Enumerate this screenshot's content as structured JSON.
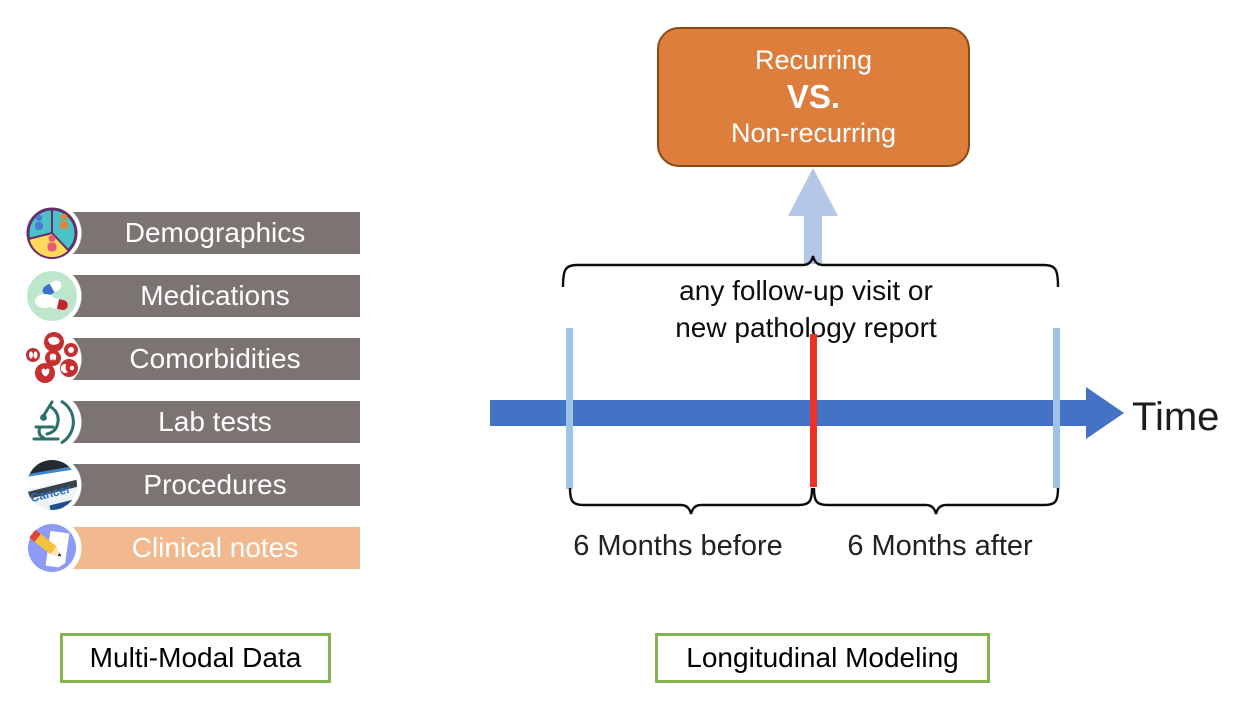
{
  "left_panel": {
    "items": [
      {
        "label": "Demographics",
        "icon": "demographics-icon"
      },
      {
        "label": "Medications",
        "icon": "medications-icon"
      },
      {
        "label": "Comorbidities",
        "icon": "comorbidities-icon"
      },
      {
        "label": "Lab tests",
        "icon": "lab-tests-icon"
      },
      {
        "label": "Procedures",
        "icon": "procedures-icon",
        "icon_text": "Cancer"
      },
      {
        "label": "Clinical notes",
        "icon": "clinical-notes-icon",
        "highlighted": true
      }
    ],
    "caption": "Multi-Modal Data"
  },
  "right_panel": {
    "outcome_box": {
      "line1": "Recurring",
      "line2": "VS.",
      "line3": "Non-recurring"
    },
    "annotation": {
      "line1": "any follow-up visit or",
      "line2": "new pathology report"
    },
    "time_label": "Time",
    "before_label": "6 Months before",
    "after_label": "6 Months after",
    "caption": "Longitudinal Modeling"
  },
  "colors": {
    "bar_gray": "#7b7472",
    "bar_peach": "#f2b98e",
    "outcome_fill": "#de7e3c",
    "outcome_border": "#8a4a16",
    "pale_arrow": "#b4c7e7",
    "marker_blue": "#9dc3e6",
    "marker_red": "#ee3124",
    "timeline_blue": "#4472c4",
    "caption_border": "#84b350",
    "ink": "#1a1a1a"
  }
}
